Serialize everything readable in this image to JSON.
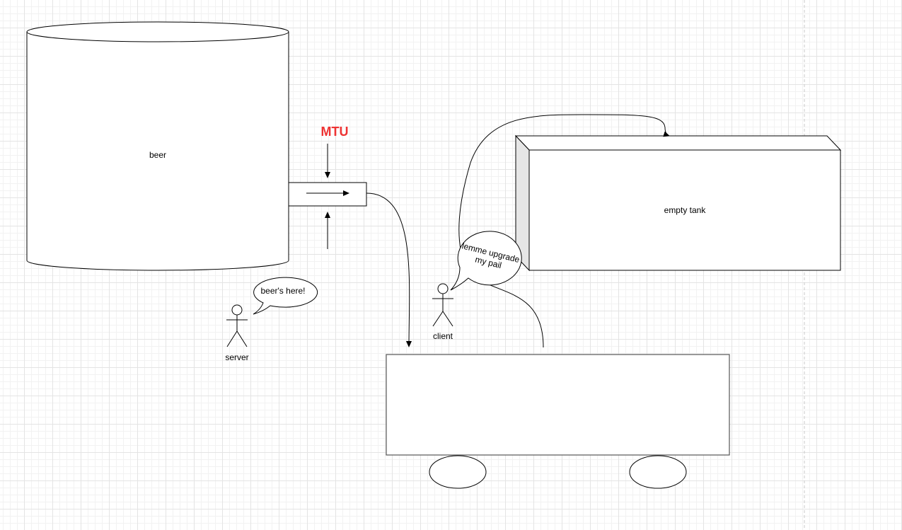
{
  "diagram": {
    "beer_tank": {
      "label": "beer"
    },
    "mtu_label": "MTU",
    "server": {
      "label": "server",
      "speech": "beer's here!"
    },
    "client": {
      "label": "client",
      "speech_line1": "lemme upgrade",
      "speech_line2": "my pail"
    },
    "empty_tank": {
      "label": "empty tank"
    },
    "pail_truck": {
      "label": ""
    }
  },
  "colors": {
    "mtu": "#ee3333",
    "stroke": "#000000",
    "page_border": "#c8c8c8"
  }
}
